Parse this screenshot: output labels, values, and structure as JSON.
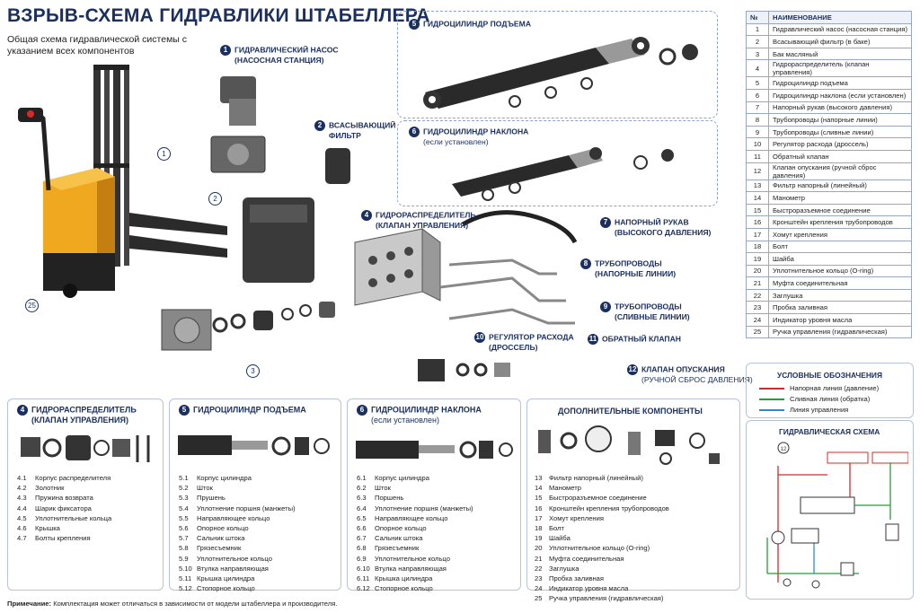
{
  "header": {
    "title": "ВЗРЫВ-СХЕМА ГИДРАВЛИКИ ШТАБЕЛЛЕРА",
    "subtitle": "Общая схема гидравлической системы с указанием всех компонентов"
  },
  "callouts": {
    "pump": {
      "num": "1",
      "line1": "ГИДРАВЛИЧЕСКИЙ НАСОС",
      "line2": "(НАСОСНАЯ СТАНЦИЯ)"
    },
    "filter": {
      "num": "2",
      "line1": "ВСАСЫВАЮЩИЙ",
      "line2": "ФИЛЬТР"
    },
    "valve": {
      "num": "4",
      "line1": "ГИДРОРАСПРЕДЕЛИТЕЛЬ",
      "line2": "(КЛАПАН УПРАВЛЕНИЯ)"
    },
    "hose": {
      "num": "7",
      "line1": "НАПОРНЫЙ РУКАВ",
      "line2": "(ВЫСОКОГО ДАВЛЕНИЯ)"
    },
    "pipes_press": {
      "num": "8",
      "line1": "ТРУБОПРОВОДЫ",
      "line2": "(НАПОРНЫЕ ЛИНИИ)"
    },
    "pipes_drain": {
      "num": "9",
      "line1": "ТРУБОПРОВОДЫ",
      "line2": "(СЛИВНЫЕ ЛИНИИ)"
    },
    "regulator": {
      "num": "10",
      "line1": "РЕГУЛЯТОР РАСХОДА",
      "line2": "(ДРОССЕЛЬ)"
    },
    "check": {
      "num": "11",
      "line1": "ОБРАТНЫЙ КЛАПАН"
    },
    "lowering": {
      "num": "12",
      "line1": "КЛАПАН ОПУСКАНИЯ",
      "line2": "(РУЧНОЙ СБРОС ДАВЛЕНИЯ)"
    }
  },
  "top_panels": {
    "lift": {
      "num": "5",
      "title": "ГИДРОЦИЛИНДР ПОДЪЕМА"
    },
    "tilt": {
      "num": "6",
      "title": "ГИДРОЦИЛИНДР НАКЛОНА",
      "sub": "(если установлен)"
    }
  },
  "markers": {
    "m1": "1",
    "m2": "2",
    "m3": "3",
    "m25": "25"
  },
  "bom": {
    "h_num": "№",
    "h_name": "НАИМЕНОВАНИЕ",
    "rows": [
      [
        "1",
        "Гидравлический насос (насосная станция)"
      ],
      [
        "2",
        "Всасывающий фильтр (в баке)"
      ],
      [
        "3",
        "Бак масляный"
      ],
      [
        "4",
        "Гидрораспределитель (клапан управления)"
      ],
      [
        "5",
        "Гидроцилиндр подъема"
      ],
      [
        "6",
        "Гидроцилиндр наклона (если установлен)"
      ],
      [
        "7",
        "Напорный рукав (высокого давления)"
      ],
      [
        "8",
        "Трубопроводы (напорные линии)"
      ],
      [
        "9",
        "Трубопроводы (сливные линии)"
      ],
      [
        "10",
        "Регулятор расхода (дроссель)"
      ],
      [
        "11",
        "Обратный клапан"
      ],
      [
        "12",
        "Клапан опускания (ручной сброс давления)"
      ],
      [
        "13",
        "Фильтр напорный (линейный)"
      ],
      [
        "14",
        "Манометр"
      ],
      [
        "15",
        "Быстроразъемное соединение"
      ],
      [
        "16",
        "Кронштейн крепления трубопроводов"
      ],
      [
        "17",
        "Хомут крепления"
      ],
      [
        "18",
        "Болт"
      ],
      [
        "19",
        "Шайба"
      ],
      [
        "20",
        "Уплотнительное кольцо (O-ring)"
      ],
      [
        "21",
        "Муфта соединительная"
      ],
      [
        "22",
        "Заглушка"
      ],
      [
        "23",
        "Пробка заливная"
      ],
      [
        "24",
        "Индикатор уровня масла"
      ],
      [
        "25",
        "Ручка управления (гидравлическая)"
      ]
    ]
  },
  "legend": {
    "title": "УСЛОВНЫЕ ОБОЗНАЧЕНИЯ",
    "items": [
      {
        "label": "Напорная линия (давление)",
        "color": "#d42a2a"
      },
      {
        "label": "Сливная линия (обратка)",
        "color": "#2a9a3a"
      },
      {
        "label": "Линия управления",
        "color": "#2a8ad4"
      }
    ]
  },
  "schema": {
    "title": "ГИДРАВЛИЧЕСКАЯ СХЕМА",
    "n12": "12"
  },
  "bottom": {
    "valve": {
      "num": "4",
      "title": "ГИДРОРАСПРЕДЕЛИТЕЛЬ",
      "title2": "(КЛАПАН УПРАВЛЕНИЯ)",
      "items": [
        [
          "4.1",
          "Корпус распределителя"
        ],
        [
          "4.2",
          "Золотник"
        ],
        [
          "4.3",
          "Пружина возврата"
        ],
        [
          "4.4",
          "Шарик фиксатора"
        ],
        [
          "4.5",
          "Уплотнительные кольца"
        ],
        [
          "4.6",
          "Крышка"
        ],
        [
          "4.7",
          "Болты крепления"
        ]
      ]
    },
    "lift": {
      "num": "5",
      "title": "ГИДРОЦИЛИНДР ПОДЪЕМА",
      "items": [
        [
          "5.1",
          "Корпус цилиндра"
        ],
        [
          "5.2",
          "Шток"
        ],
        [
          "5.3",
          "Прушень"
        ],
        [
          "5.4",
          "Уплотнение поршня (манжеты)"
        ],
        [
          "5.5",
          "Направляющее кольцо"
        ],
        [
          "5.6",
          "Опорное кольцо"
        ],
        [
          "5.7",
          "Сальник штока"
        ],
        [
          "5.8",
          "Грязесъемник"
        ],
        [
          "5.9",
          "Уплотнительное кольцо"
        ],
        [
          "5.10",
          "Втулка направляющая"
        ],
        [
          "5.11",
          "Крышка цилиндра"
        ],
        [
          "5.12",
          "Стопорное кольцо"
        ]
      ]
    },
    "tilt": {
      "num": "6",
      "title": "ГИДРОЦИЛИНДР НАКЛОНА",
      "sub": "(если установлен)",
      "items": [
        [
          "6.1",
          "Корпус цилиндра"
        ],
        [
          "6.2",
          "Шток"
        ],
        [
          "6.3",
          "Поршень"
        ],
        [
          "6.4",
          "Уплотнение поршня (манжеты)"
        ],
        [
          "6.5",
          "Направляющее кольцо"
        ],
        [
          "6.6",
          "Опорное кольцо"
        ],
        [
          "6.7",
          "Сальник штока"
        ],
        [
          "6.8",
          "Грязесъемник"
        ],
        [
          "6.9",
          "Уплотнительное кольцо"
        ],
        [
          "6.10",
          "Втулка направляющая"
        ],
        [
          "6.11",
          "Крышка цилиндра"
        ],
        [
          "6.12",
          "Стопорное кольцо"
        ]
      ]
    },
    "extra": {
      "title": "ДОПОЛНИТЕЛЬНЫЕ КОМПОНЕНТЫ",
      "items": [
        [
          "13",
          "Фильтр напорный (линейный)"
        ],
        [
          "14",
          "Манометр"
        ],
        [
          "15",
          "Быстроразъемное соединение"
        ],
        [
          "16",
          "Кронштейн крепления трубопроводов"
        ],
        [
          "17",
          "Хомут крепления"
        ],
        [
          "18",
          "Болт"
        ],
        [
          "19",
          "Шайба"
        ],
        [
          "20",
          "Уплотнительное кольцо (O-ring)"
        ],
        [
          "21",
          "Муфта соединительная"
        ],
        [
          "22",
          "Заглушка"
        ],
        [
          "23",
          "Пробка заливная"
        ],
        [
          "24",
          "Индикатор уровня масла"
        ],
        [
          "25",
          "Ручка управления (гидравлическая)"
        ]
      ]
    }
  },
  "note": {
    "label": "Примечание:",
    "text": "Комплектация может отличаться в зависимости от модели штабеллера и производителя."
  }
}
